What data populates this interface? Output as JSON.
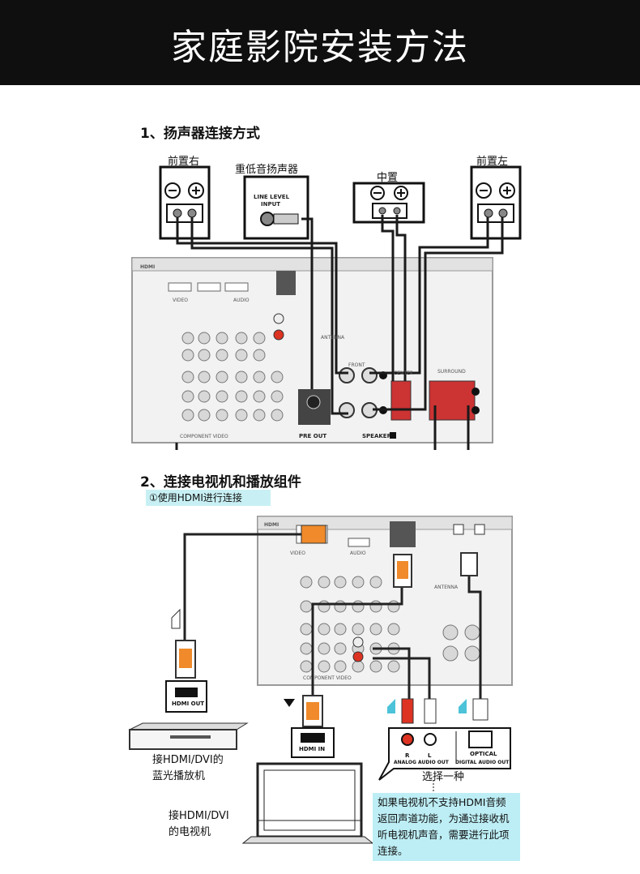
{
  "header": {
    "title": "家庭影院安装方法"
  },
  "section1": {
    "title": "1、扬声器连接方式",
    "labels": {
      "front_right": "前置右",
      "subwoofer": "重低音扬声器",
      "center": "中置",
      "front_left": "前置左",
      "line_level_input": "LINE LEVEL INPUT"
    },
    "panel": {
      "hdmi": "HDMI",
      "video": "VIDEO",
      "audio": "AUDIO",
      "antenna": "ANTENNA",
      "front": "FRONT",
      "center": "CENTER",
      "surround": "SURROUND",
      "pre_out": "PRE OUT",
      "speakers": "SPEAKERS",
      "speakers_badge": "A",
      "component_video": "COMPONENT VIDEO"
    }
  },
  "section2": {
    "title": "2、连接电视机和播放组件",
    "subtitle": "①使用HDMI进行连接",
    "labels": {
      "hdmi_out": "HDMI OUT",
      "hdmi_in": "HDMI IN",
      "player": "接HDMI/DVI的\n蓝光播放机",
      "tv": "接HDMI/DVI\n的电视机",
      "r": "R",
      "l": "L",
      "analog_audio_out": "ANALOG AUDIO OUT",
      "digital_audio_out": "DIGITAL AUDIO OUT",
      "optical": "OPTICAL",
      "choose_one": "选择一种"
    },
    "note": "如果电视机不支持HDMI音频返回声道功能，为通过接收机听电视机声音，需要进行此项连接。"
  }
}
